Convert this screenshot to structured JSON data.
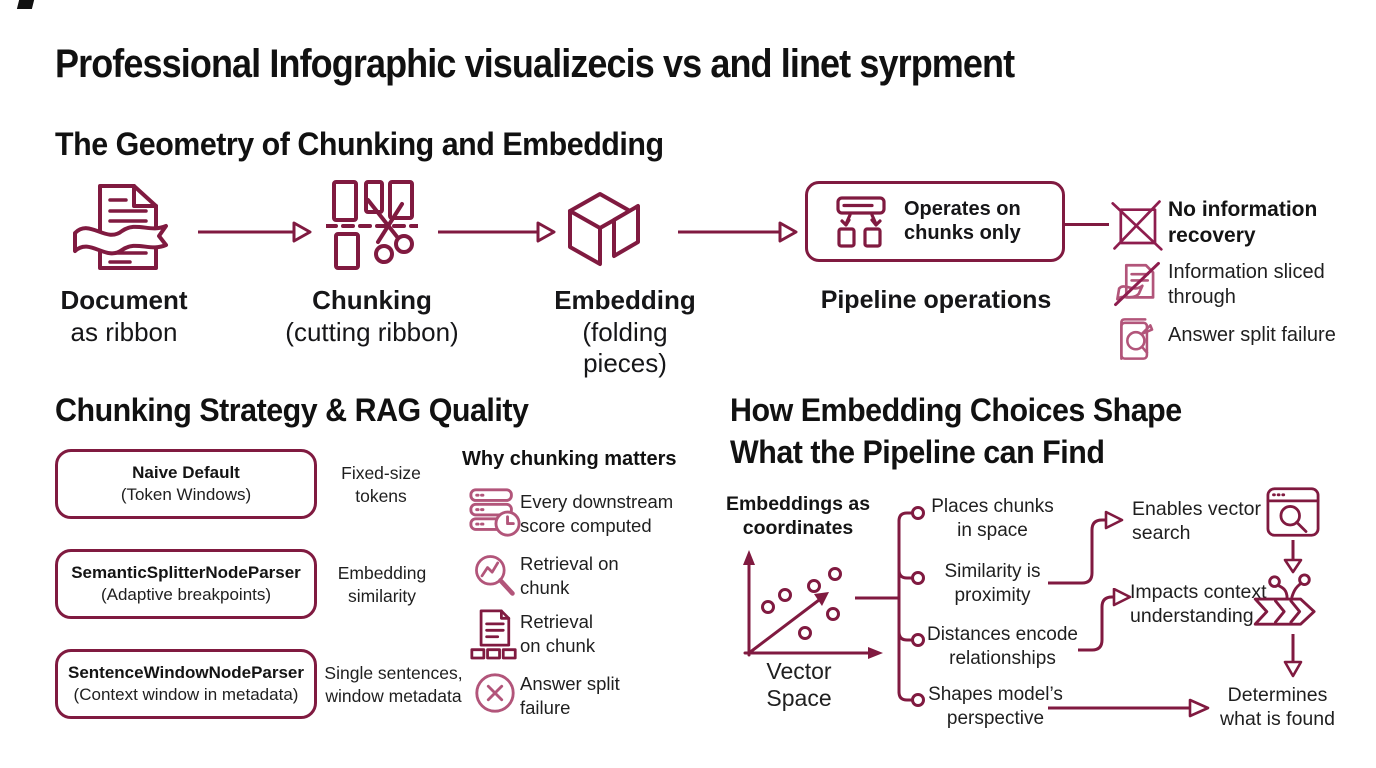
{
  "title": "Professional Infographic visualizecis vs and linet syrpment",
  "colors": {
    "primary": "#801a40",
    "light": "#b2557a",
    "ink": "#111111",
    "background": "#ffffff"
  },
  "geometry": {
    "heading": "The Geometry of Chunking and Embedding",
    "steps": [
      {
        "label": "Document",
        "sublabel": "as ribbon",
        "icon": "document-ribbon-icon"
      },
      {
        "label": "Chunking",
        "sublabel": "(cutting ribbon)",
        "icon": "scissors-chunks-icon"
      },
      {
        "label": "Embedding",
        "sublabel": "(folding pieces)",
        "icon": "cube-icon"
      },
      {
        "label": "Pipeline operations",
        "box_note": "Operates on chunks only",
        "icon": "hierarchy-icon"
      }
    ],
    "failures": [
      {
        "text": "No information recovery",
        "icon": "crossed-box-icon"
      },
      {
        "text": "Information sliced through",
        "icon": "sliced-document-icon"
      },
      {
        "text": "Answer split failure",
        "icon": "document-magnifier-icon"
      }
    ]
  },
  "strategy": {
    "heading": "Chunking Strategy & RAG Quality",
    "rows": [
      {
        "name": "Naive Default",
        "detail": "(Token Windows)",
        "note": "Fixed-size tokens"
      },
      {
        "name": "SemanticSplitterNodeParser",
        "detail": "(Adaptive breakpoints)",
        "note": "Embedding similarity"
      },
      {
        "name": "SentenceWindowNodeParser",
        "detail": "(Context window in metadata)",
        "note": "Single sentences, window metadata"
      }
    ],
    "why": {
      "heading": "Why chunking matters",
      "items": [
        {
          "text": "Every downstream score computed",
          "icon": "server-clock-icon"
        },
        {
          "text": "Retrieval on chunk",
          "icon": "magnifier-chart-icon"
        },
        {
          "text": "Retrieval on chunk",
          "icon": "document-blocks-icon"
        },
        {
          "text": "Answer split failure",
          "icon": "circle-x-icon"
        }
      ]
    }
  },
  "embedding": {
    "heading_line1": "How Embedding Choices Shape",
    "heading_line2": "What the Pipeline can Find",
    "coords_label": "Embeddings as coordinates",
    "plot_caption": "Vector Space",
    "branches": [
      {
        "text": "Places chunks in space"
      },
      {
        "text": "Similarity is proximity"
      },
      {
        "text": "Distances encode relationships"
      },
      {
        "text": "Shapes model’s perspective"
      }
    ],
    "outcomes": [
      {
        "text": "Enables vector search",
        "icon": "browser-search-icon"
      },
      {
        "text": "Impacts context understanding",
        "icon": "chevron-pipeline-icon"
      },
      {
        "text": "Determines what is found"
      }
    ]
  }
}
